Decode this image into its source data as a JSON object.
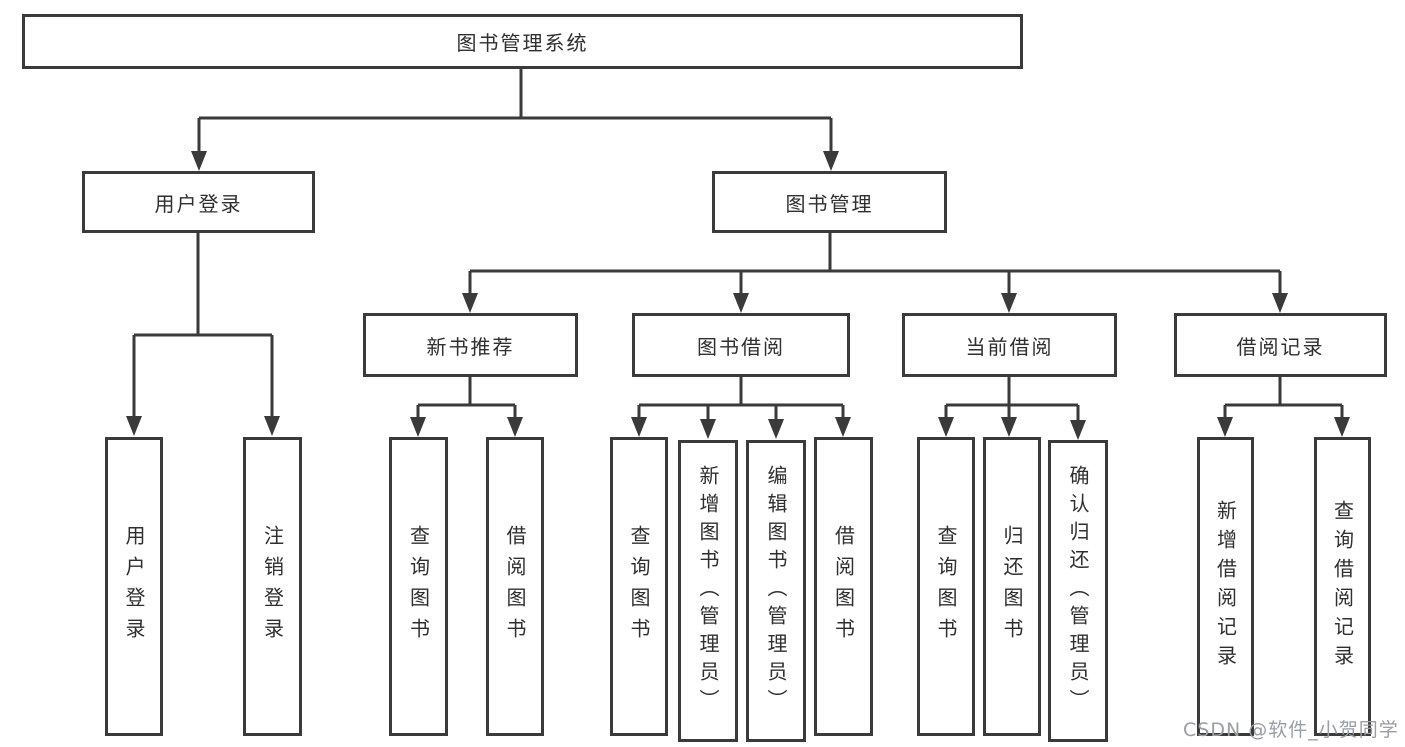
{
  "diagram_type": "hierarchy-tree",
  "colors": {
    "line": "#3a3a3a",
    "box_border": "#3a3a3a",
    "text": "#2f2f2f",
    "background": "#ffffff",
    "watermark": "#999da4"
  },
  "tree": {
    "root": {
      "label": "图书管理系统",
      "children": [
        {
          "label": "用户登录",
          "children": [
            {
              "label": "用户登录"
            },
            {
              "label": "注销登录"
            }
          ]
        },
        {
          "label": "图书管理",
          "children": [
            {
              "label": "新书推荐",
              "children": [
                {
                  "label": "查询图书"
                },
                {
                  "label": "借阅图书"
                }
              ]
            },
            {
              "label": "图书借阅",
              "children": [
                {
                  "label": "查询图书"
                },
                {
                  "label": "新增图书（管理员）"
                },
                {
                  "label": "编辑图书（管理员）"
                },
                {
                  "label": "借阅图书"
                }
              ]
            },
            {
              "label": "当前借阅",
              "children": [
                {
                  "label": "查询图书"
                },
                {
                  "label": "归还图书"
                },
                {
                  "label": "确认归还（管理员）"
                }
              ]
            },
            {
              "label": "借阅记录",
              "children": [
                {
                  "label": "新增借阅记录"
                },
                {
                  "label": "查询借阅记录"
                }
              ]
            }
          ]
        }
      ]
    }
  },
  "watermark": {
    "text": "CSDN @软件_小贺同学"
  }
}
